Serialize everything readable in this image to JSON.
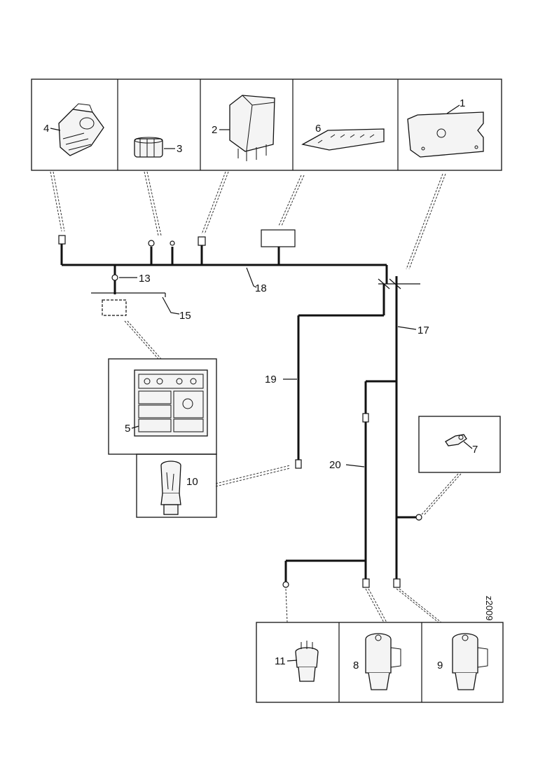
{
  "diagram": {
    "drawing_code": "z2009",
    "labels": {
      "part_1": "1",
      "part_2": "2",
      "part_3": "3",
      "part_4": "4",
      "part_5": "5",
      "part_6": "6",
      "part_7": "7",
      "part_8": "8",
      "part_9": "9",
      "part_10": "10",
      "part_11": "11",
      "harness_13": "13",
      "harness_15": "15",
      "harness_17": "17",
      "harness_18": "18",
      "harness_19": "19",
      "harness_20": "20"
    },
    "icons": [
      "switch-icon",
      "connector-icon",
      "relay-icon",
      "terminal-strip-icon",
      "bracket-plate-icon",
      "instrument-panel-icon",
      "sender-icon",
      "level-sensor-icon",
      "pump-icon",
      "clip-icon"
    ]
  }
}
